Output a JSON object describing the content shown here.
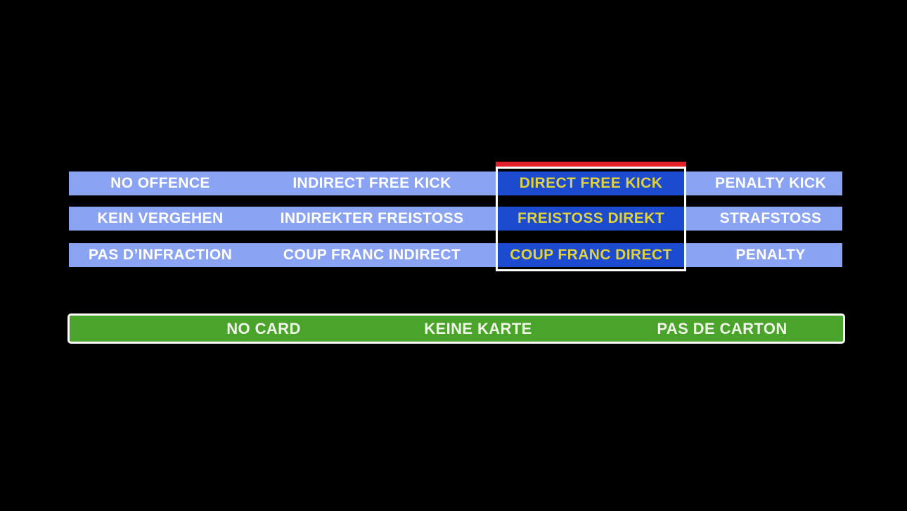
{
  "colors": {
    "background": "#000000",
    "option_bar_blue": "#8BA3F3",
    "selected_cell_blue": "#1C4BD0",
    "selected_text_yellow": "#E0D23E",
    "selection_indicator_red": "#E3202A",
    "selection_border_white": "#FFFFFF",
    "card_bar_green": "#4AA32B",
    "option_text_white": "#FFFFFF"
  },
  "offence_grid": {
    "selected_column_index": 2,
    "rows": [
      {
        "language": "english",
        "cells": [
          "NO OFFENCE",
          "INDIRECT FREE KICK",
          "DIRECT FREE KICK",
          "PENALTY KICK"
        ]
      },
      {
        "language": "german",
        "cells": [
          "KEIN VERGEHEN",
          "INDIREKTER FREISTOSS",
          "FREISTOSS DIREKT",
          "STRAFSTOSS"
        ]
      },
      {
        "language": "french",
        "cells": [
          "PAS D’INFRACTION",
          "COUP FRANC INDIRECT",
          "COUP FRANC DIRECT",
          "PENALTY"
        ]
      }
    ]
  },
  "card_bar": {
    "cells": [
      "NO CARD",
      "KEINE KARTE",
      "PAS DE CARTON"
    ]
  }
}
